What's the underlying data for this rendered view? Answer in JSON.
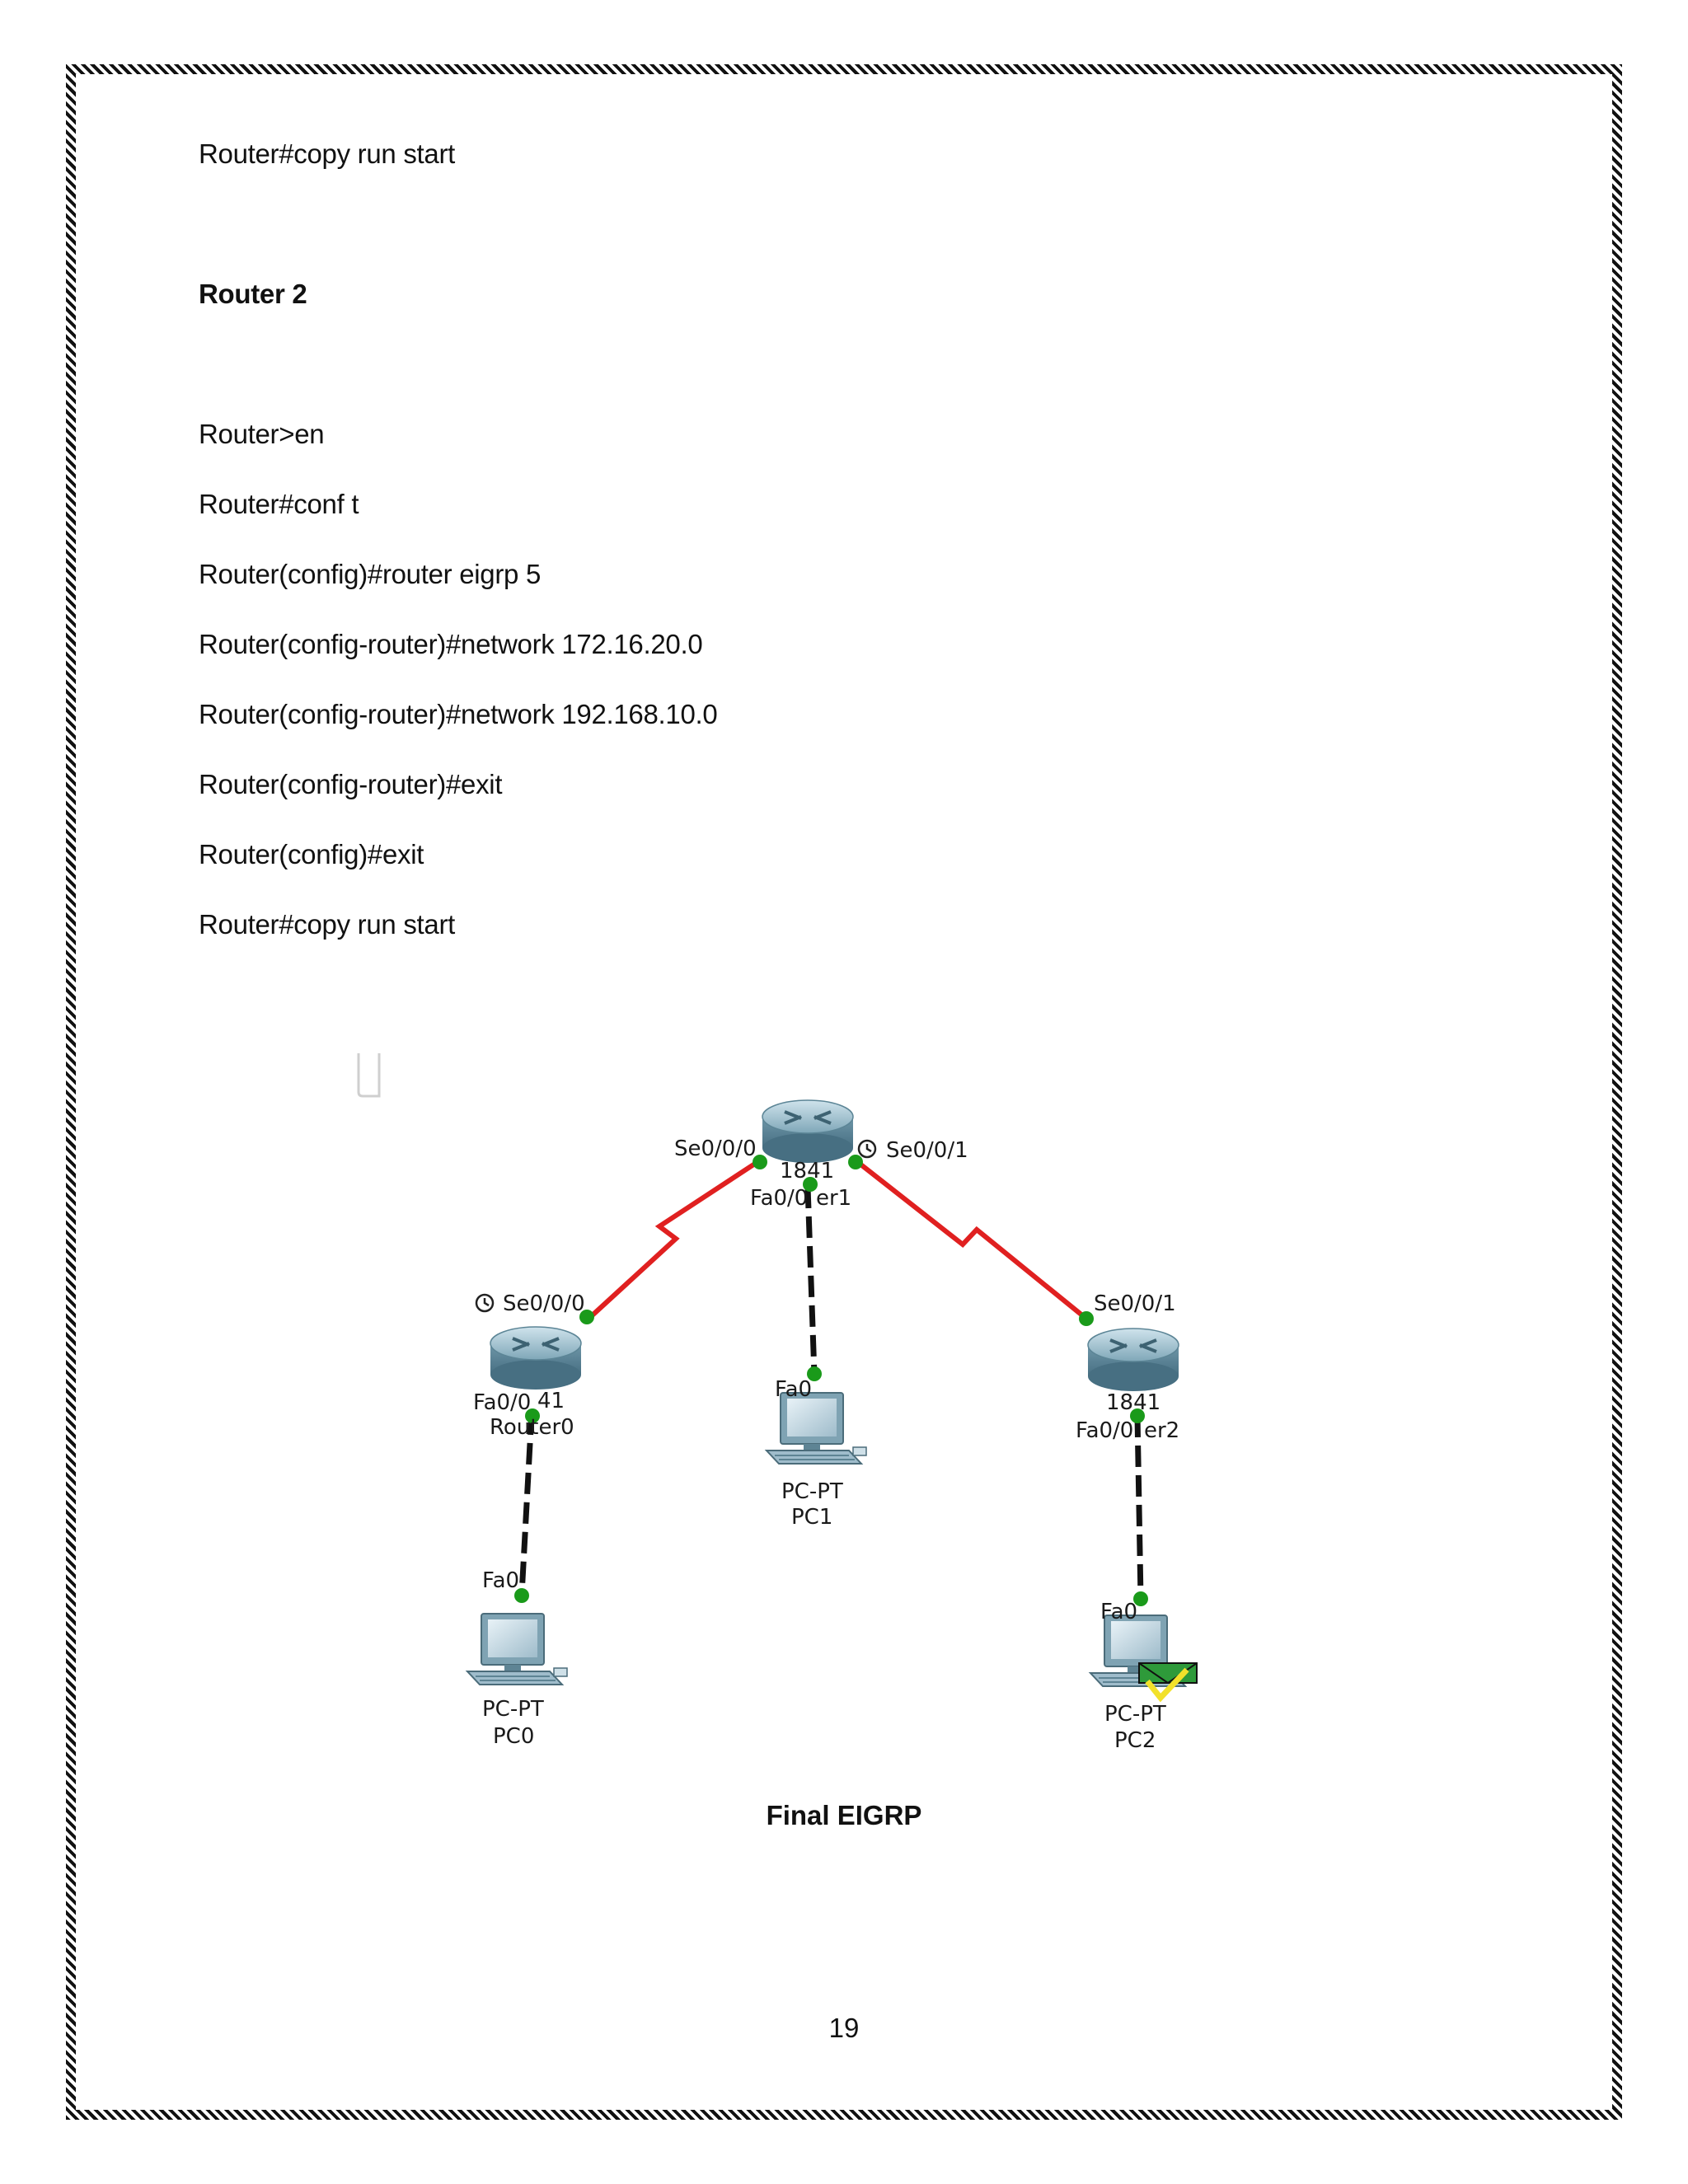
{
  "lines": [
    "Router#copy run start",
    "Router 2",
    "Router>en",
    "Router#conf t",
    "Router(config)#router eigrp 5",
    "Router(config-router)#network 172.16.20.0",
    "Router(config-router)#network 192.168.10.0",
    "Router(config-router)#exit",
    "Router(config)#exit",
    "Router#copy run start"
  ],
  "diagram": {
    "router1": {
      "model": "1841",
      "name_part": "er1",
      "port_fa": "Fa0/0",
      "port_se0": "Se0/0/0",
      "port_se1": "Se0/0/1"
    },
    "router0": {
      "model_part": "41",
      "name": "Router0",
      "port_fa": "Fa0/0",
      "port_se": "Se0/0/0"
    },
    "router2": {
      "model": "1841",
      "name_part": "er2",
      "port_fa": "Fa0/0",
      "port_se": "Se0/0/1"
    },
    "pc0": {
      "type": "PC-PT",
      "name": "PC0",
      "port": "Fa0"
    },
    "pc1": {
      "type": "PC-PT",
      "name": "PC1",
      "port": "Fa0"
    },
    "pc2": {
      "type": "PC-PT",
      "name": "PC2",
      "port": "Fa0"
    },
    "colors": {
      "serial_link": "#e02020",
      "ethernet_link": "#111111",
      "port_led": "#1a9a1a"
    }
  },
  "caption": "Final EIGRP",
  "page_number": "19"
}
